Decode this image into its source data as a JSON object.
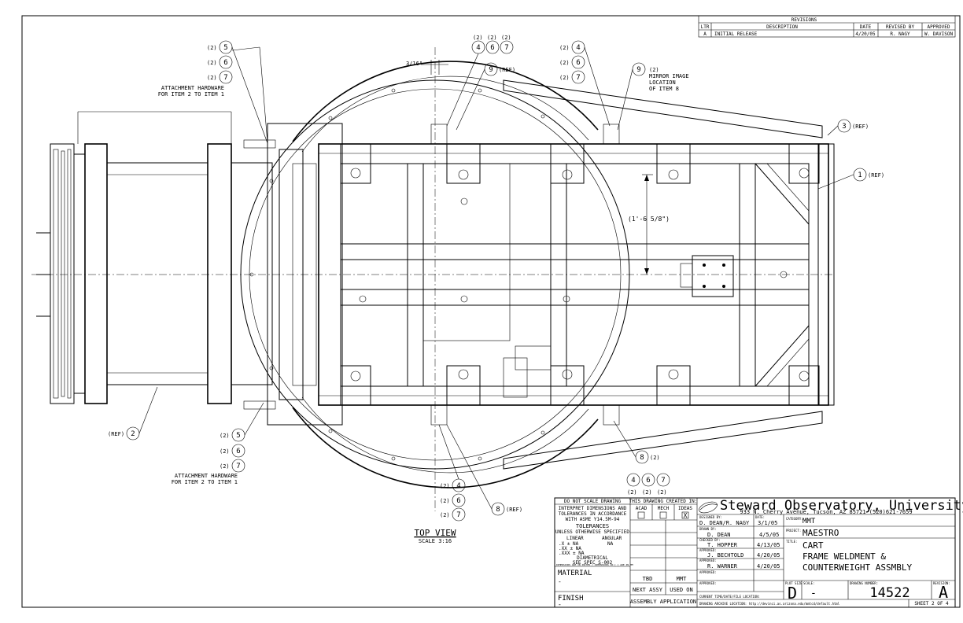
{
  "revisions": {
    "title": "REVISIONS",
    "headers": [
      "LTR",
      "DESCRIPTION",
      "DATE",
      "REVISED BY",
      "APPROVED"
    ],
    "rows": [
      [
        "A",
        "INITIAL RELEASE",
        "4/20/05",
        "R. NAGY",
        "W. DAVISON"
      ]
    ]
  },
  "callouts": {
    "top_left_qty": [
      "(2)",
      "(2)",
      "(2)"
    ],
    "top_left_items": [
      "5",
      "6",
      "7"
    ],
    "attach_top": [
      "ATTACHMENT HARDWARE",
      "FOR ITEM 2 TO ITEM 1"
    ],
    "attach_bottom": [
      "ATTACHMENT HARDWARE",
      "FOR ITEM 2 TO ITEM 1"
    ],
    "bottom_left_qty": [
      "(2)",
      "(2)",
      "(2)"
    ],
    "bottom_left_items": [
      "5",
      "6",
      "7"
    ],
    "ref2": "(REF)",
    "item2": "2",
    "top_mid_qty": [
      "(2)",
      "(2)",
      "(2)"
    ],
    "top_mid_items": [
      "4",
      "6",
      "7"
    ],
    "dim_3_16": "3/16\"",
    "item9a": "9",
    "item9a_ref": "(REF)",
    "top_right_qty": [
      "(2)",
      "(2)",
      "(2)"
    ],
    "top_right_items": [
      "4",
      "6",
      "7"
    ],
    "item9b": "9",
    "mirror_note": [
      "(2)",
      "MIRROR IMAGE",
      "LOCATION",
      "OF ITEM 8"
    ],
    "item3": "3",
    "item3_ref": "(REF)",
    "item1": "1",
    "item1_ref": "(REF)",
    "dim_height": "(1'-6 5/8\")",
    "item8a": "8",
    "item8a_qty": "(2)",
    "bottom_right_items": [
      "4",
      "6",
      "7"
    ],
    "bottom_right_qty": [
      "(2)",
      "(2)",
      "(2)"
    ],
    "bottom_mid_qty": [
      "(2)",
      "(2)",
      "(2)"
    ],
    "bottom_mid_items": [
      "4",
      "6",
      "7"
    ],
    "item8b": "8",
    "item8b_ref": "(REF)"
  },
  "view": {
    "title": "TOP VIEW",
    "scale": "SCALE 3:16"
  },
  "tolerance_block": {
    "header": "DO NOT SCALE DRAWING",
    "lines": [
      "INTERPRET DIMENSIONS AND",
      "TOLERANCES IN ACCORDANCE",
      "WITH ASME Y14.5M-94"
    ],
    "tol_title": "TOLERANCES",
    "tol_sub": "UNLESS OTHERWISE SPECIFIED",
    "linear": "LINEAR",
    "angular": "ANGULAR",
    "x1": ".X    ±  NA",
    "x2": ".XX   ±  NA",
    "x3": ".XXX  ±  NA",
    "ang": "NA",
    "diam": "DIAMETRICAL",
    "spec": "SEE SPEC S-002",
    "fine": "DIMENSIONS ARE IN INCHES / DIMENSIONS IN [ ] ARE IN MM",
    "material_label": "MATERIAL",
    "material_value": "-",
    "finish_label": "FINISH",
    "finish_value": "-"
  },
  "created_block": {
    "header": "THIS DRAWING CREATED IN:",
    "options": [
      "ACAD",
      "MECH",
      "IDEAS"
    ],
    "checked": "X",
    "tbd": "TBD",
    "mmt": "MMT",
    "next_assy": "NEXT ASSY",
    "used_on": "USED ON",
    "assembly_app": "ASSEMBLY APPLICATION"
  },
  "title_block": {
    "org": "Steward Observatory, University of Arizona",
    "address": "933 N. Cherry Avenue, Tucson, AZ  85721   (520)621-7659",
    "designed_label": "DESIGNED BY:",
    "designed": "D. DEAN/R. NAGY",
    "designed_date_label": "DATE:",
    "designed_date": "3/1/05",
    "drawn_label": "DRAWN BY:",
    "drawn": "D. DEAN",
    "drawn_date": "4/5/05",
    "checked_label": "CHECKED BY:",
    "checked": "T. HOPPER",
    "checked_date": "4/13/05",
    "approved1_label": "APPROVED:",
    "approved1": "J. BECHTOLD",
    "approved1_date": "4/20/05",
    "approved2_label": "APPROVED:",
    "approved2": "R. WARNER",
    "approved2_date": "4/20/05",
    "approved3_label": "APPROVED:",
    "approved4_label": "APPROVED:",
    "category_label": "CATEGORY:",
    "category": "MMT",
    "project_label": "PROJECT:",
    "project": "MAESTRO",
    "title_label": "TITLE:",
    "title_lines": [
      "CART",
      "FRAME WELDMENT &",
      "COUNTERWEIGHT ASSMBLY"
    ],
    "plot_size_label": "PLOT SIZE",
    "plot_size": "D",
    "scale_label": "SCALE:",
    "scale": "-",
    "dwg_no_label": "DRAWING NUMBER:",
    "dwg_no": "14522",
    "rev_label": "REVISION:",
    "rev": "A",
    "file_loc_label": "CURRENT TIME/DATE/FILE LOCATION:",
    "archive": "DRAWING ARCHIVE LOCATION: http://devinci.as.arizona.edu/mmtcd/default.html",
    "sheet": "SHEET 2 OF 4"
  }
}
